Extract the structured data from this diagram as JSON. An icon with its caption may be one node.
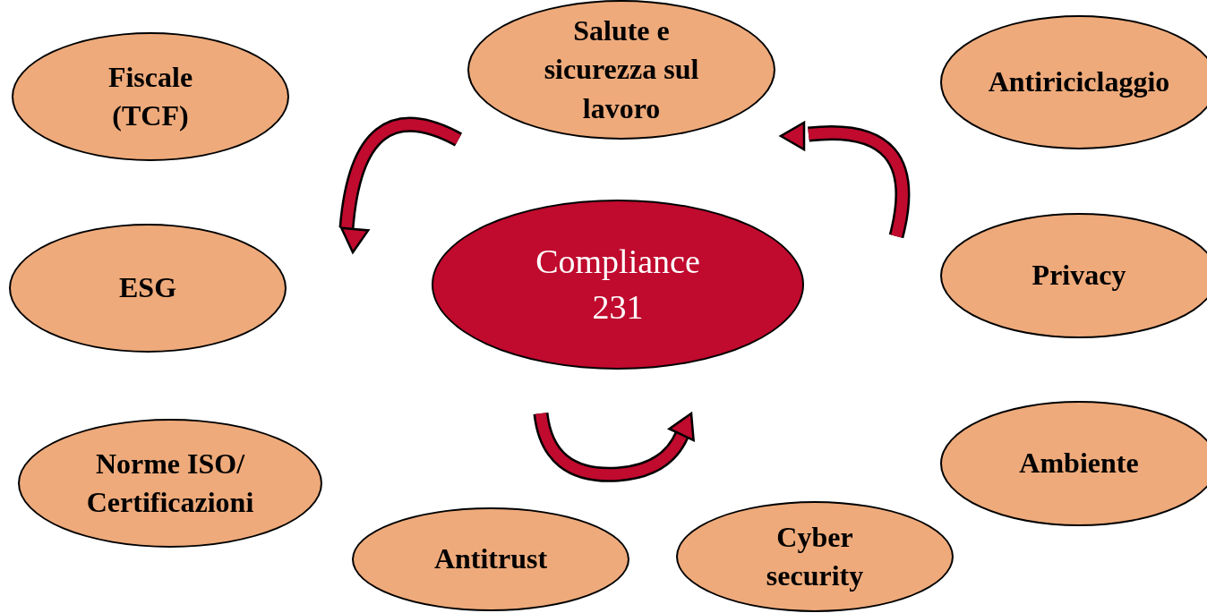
{
  "diagram": {
    "nodes": [
      {
        "text": [
          "Fiscale (TCF)"
        ]
      },
      {
        "text": [
          "Salute e sicurezza sul lavoro"
        ]
      },
      {
        "text": [
          "Antiriciclaggio"
        ]
      },
      {
        "text": [
          "ESG"
        ]
      },
      {
        "text": [
          "Compliance 231"
        ]
      },
      {
        "text": [
          "Privacy"
        ]
      },
      {
        "text": [
          "Norme ISO/ Certificazioni"
        ]
      },
      {
        "text": [
          "Ambiente"
        ]
      },
      {
        "text": [
          "Antitrust"
        ]
      },
      {
        "text": [
          "Cyber security"
        ]
      }
    ]
  }
}
